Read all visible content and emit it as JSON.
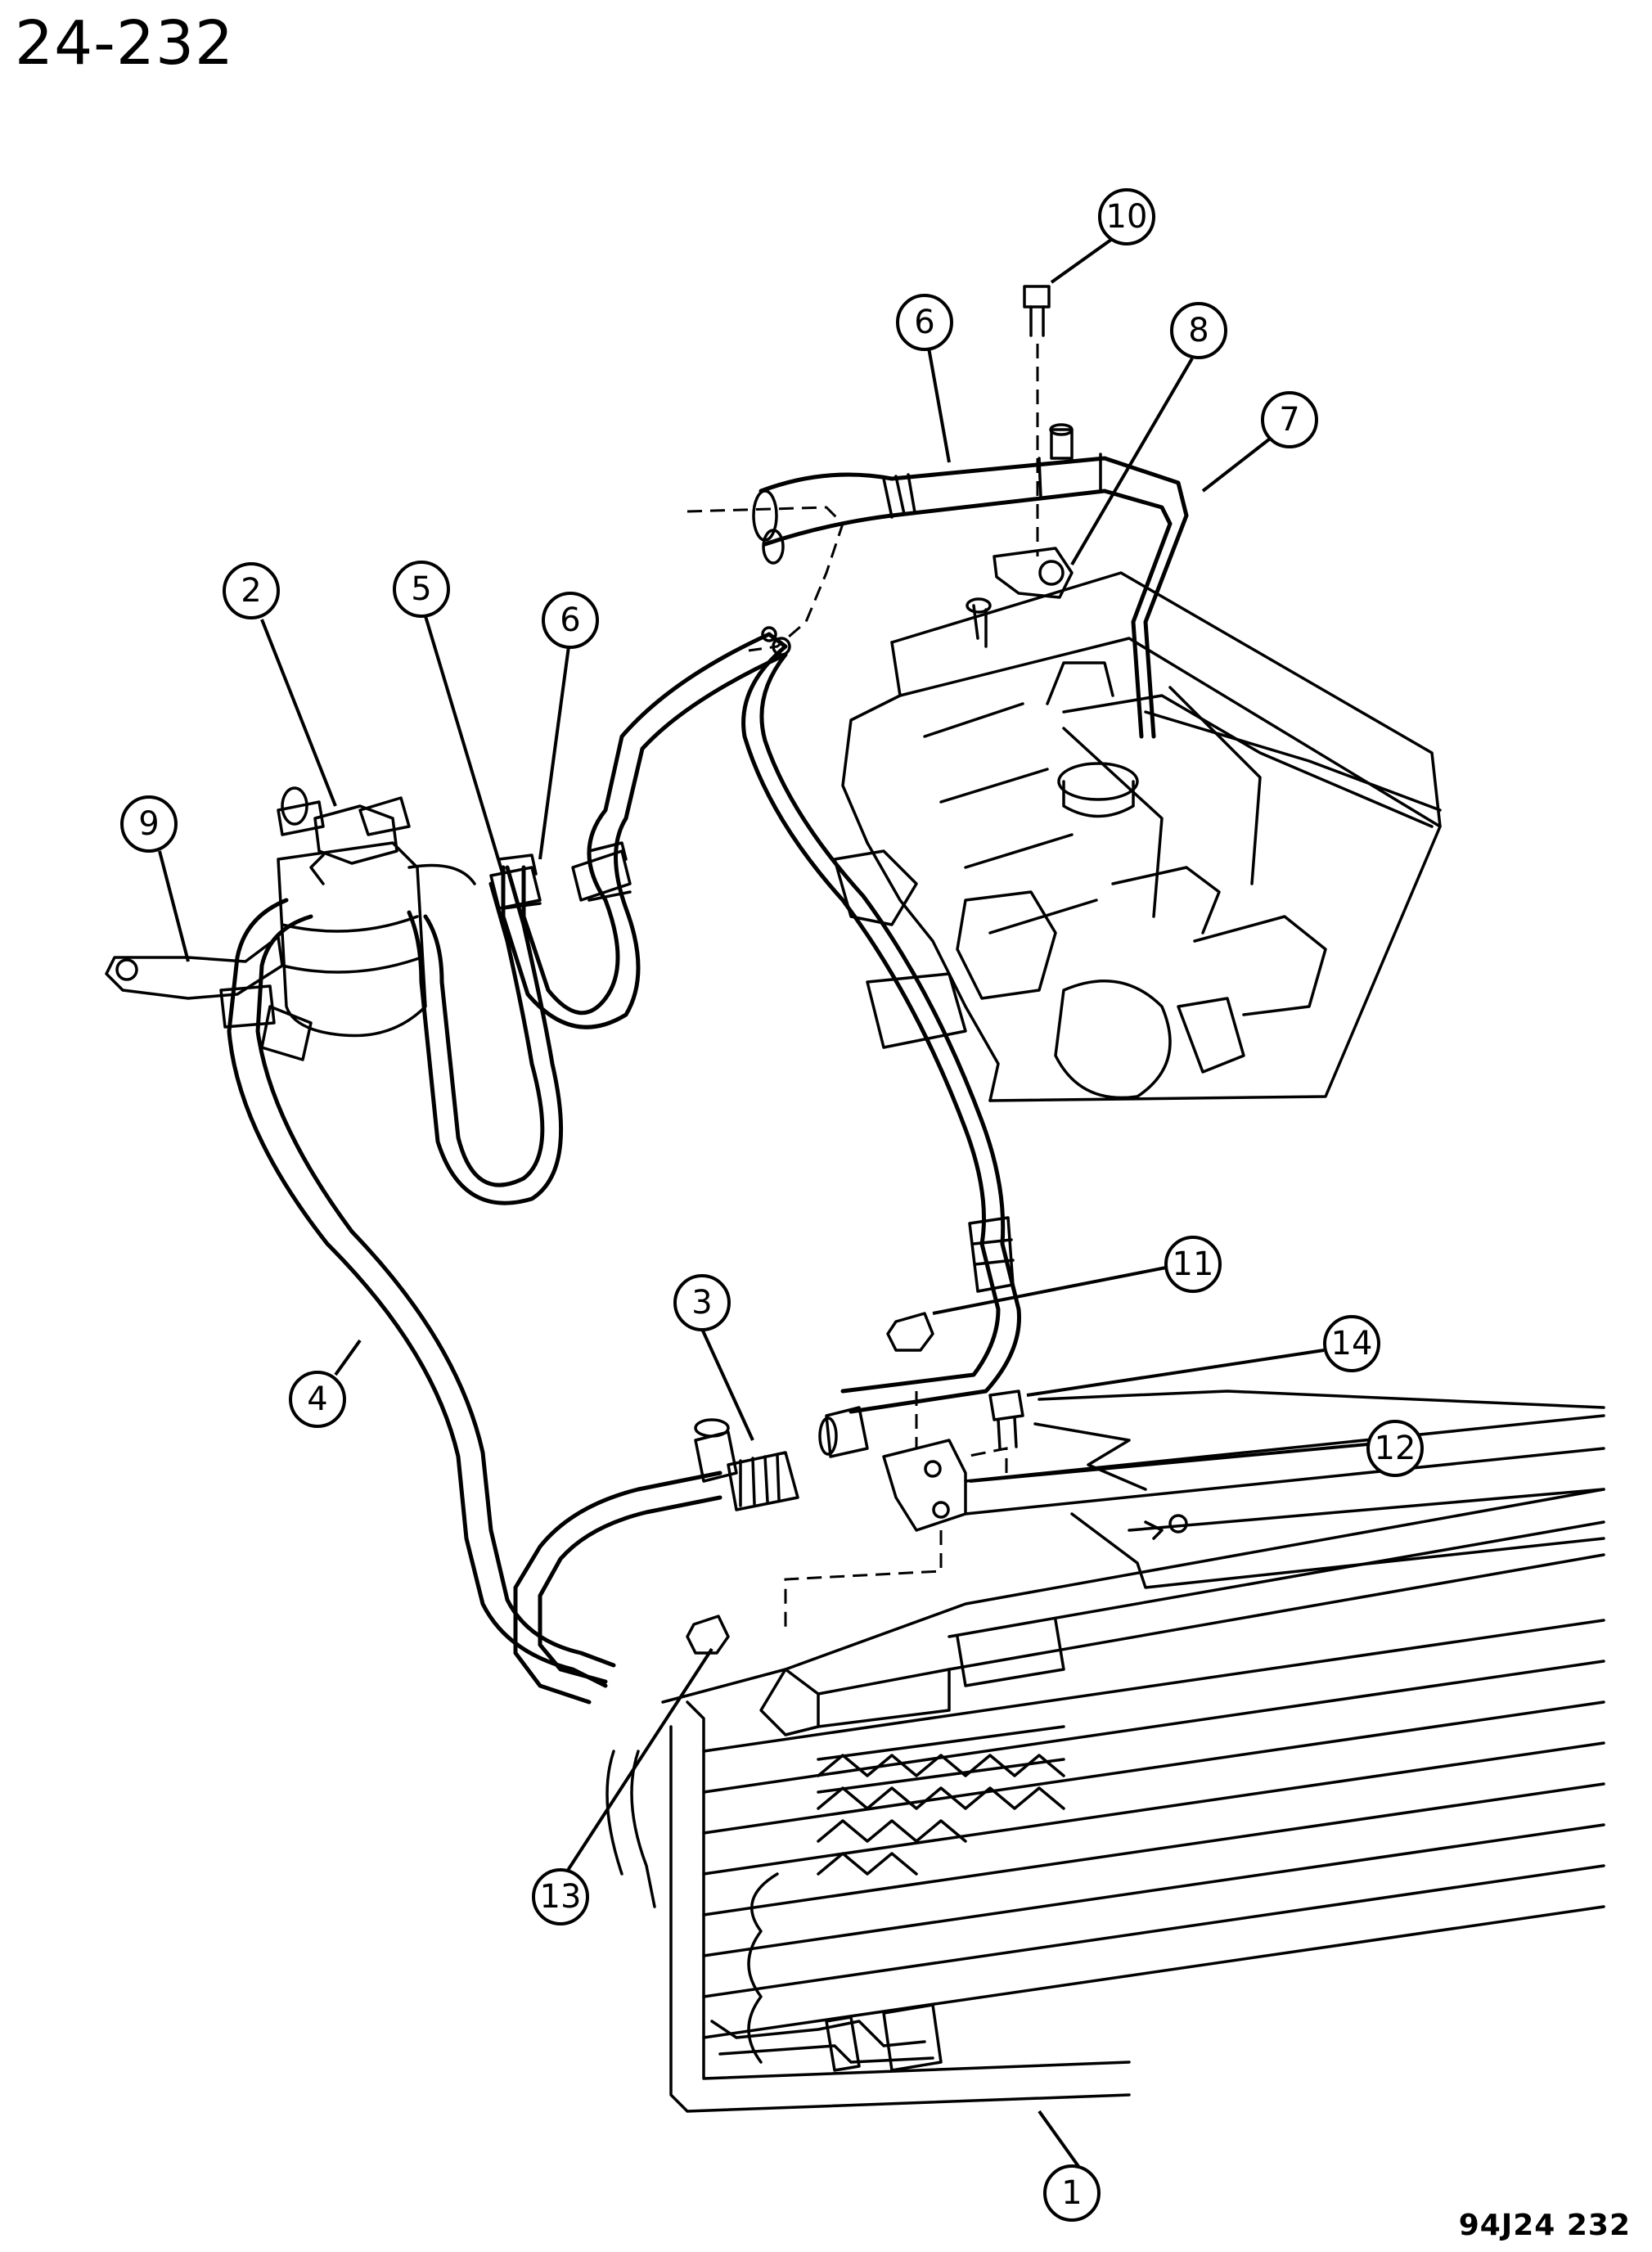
{
  "title": "24-232",
  "figure_code": "94J24  232",
  "callouts": [
    "1",
    "2",
    "3",
    "4",
    "5",
    "6",
    "6",
    "7",
    "8",
    "9",
    "10",
    "11",
    "12",
    "13",
    "14"
  ]
}
